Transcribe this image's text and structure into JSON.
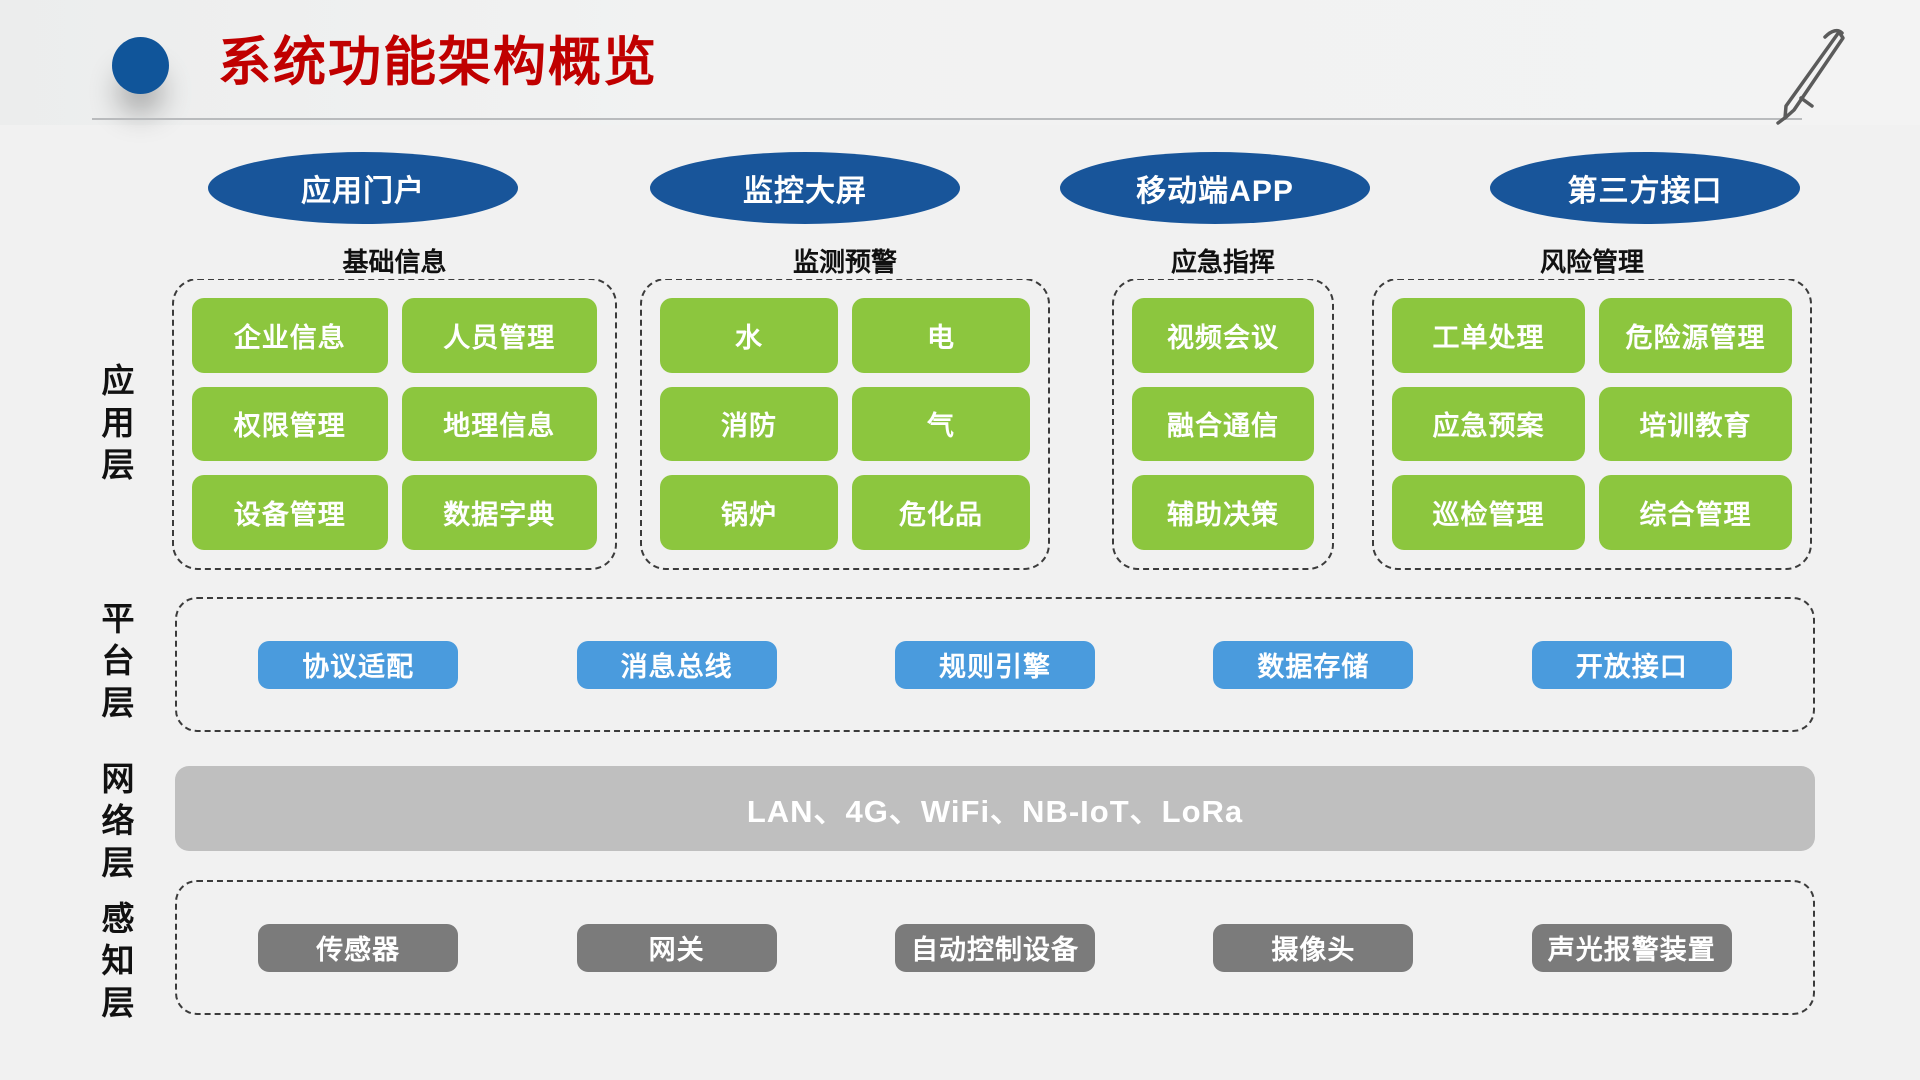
{
  "header": {
    "title": "系统功能架构概览",
    "bullet_color": "#10559A",
    "title_color": "#C00000",
    "pen_icon": "pen-icon"
  },
  "layer_labels": {
    "application": "应用层",
    "platform": "平台层",
    "network": "网络层",
    "perception": "感知层"
  },
  "access_channels": [
    {
      "label": "应用门户"
    },
    {
      "label": "监控大屏"
    },
    {
      "label": "移动端APP"
    },
    {
      "label": "第三方接口"
    }
  ],
  "application_layer": {
    "color": "#8CC63E",
    "groups": [
      {
        "title": "基础信息",
        "columns": 2,
        "items": [
          "企业信息",
          "人员管理",
          "权限管理",
          "地理信息",
          "设备管理",
          "数据字典"
        ]
      },
      {
        "title": "监测预警",
        "columns": 2,
        "items": [
          "水",
          "电",
          "消防",
          "气",
          "锅炉",
          "危化品"
        ]
      },
      {
        "title": "应急指挥",
        "columns": 1,
        "items": [
          "视频会议",
          "融合通信",
          "辅助决策"
        ]
      },
      {
        "title": "风险管理",
        "columns": 2,
        "items": [
          "工单处理",
          "危险源管理",
          "应急预案",
          "培训教育",
          "巡检管理",
          "综合管理"
        ]
      }
    ]
  },
  "platform_layer": {
    "color": "#4A9BDD",
    "items": [
      "协议适配",
      "消息总线",
      "规则引擎",
      "数据存储",
      "开放接口"
    ]
  },
  "network_layer": {
    "color": "#BFBFBF",
    "label": "LAN、4G、WiFi、NB-IoT、LoRa"
  },
  "perception_layer": {
    "color": "#7B7B7B",
    "items": [
      "传感器",
      "网关",
      "自动控制设备",
      "摄像头",
      "声光报警装置"
    ]
  }
}
